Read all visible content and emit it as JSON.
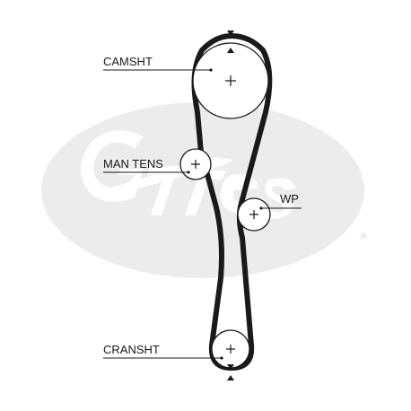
{
  "diagram": {
    "brand": "Gates",
    "registered_mark": "®",
    "colors": {
      "belt": "#1a1a1a",
      "watermark": "#ececec",
      "pulley_fill": "#ffffff",
      "text": "#1a1a1a"
    },
    "labels": {
      "camshaft": "CAMSHT",
      "tensioner": "MAN TENS",
      "water_pump": "WP",
      "crankshaft": "CRANSHT"
    },
    "markers": {
      "top_timing": "timing-mark-triangle",
      "bottom_timing": "timing-mark-triangle"
    }
  }
}
